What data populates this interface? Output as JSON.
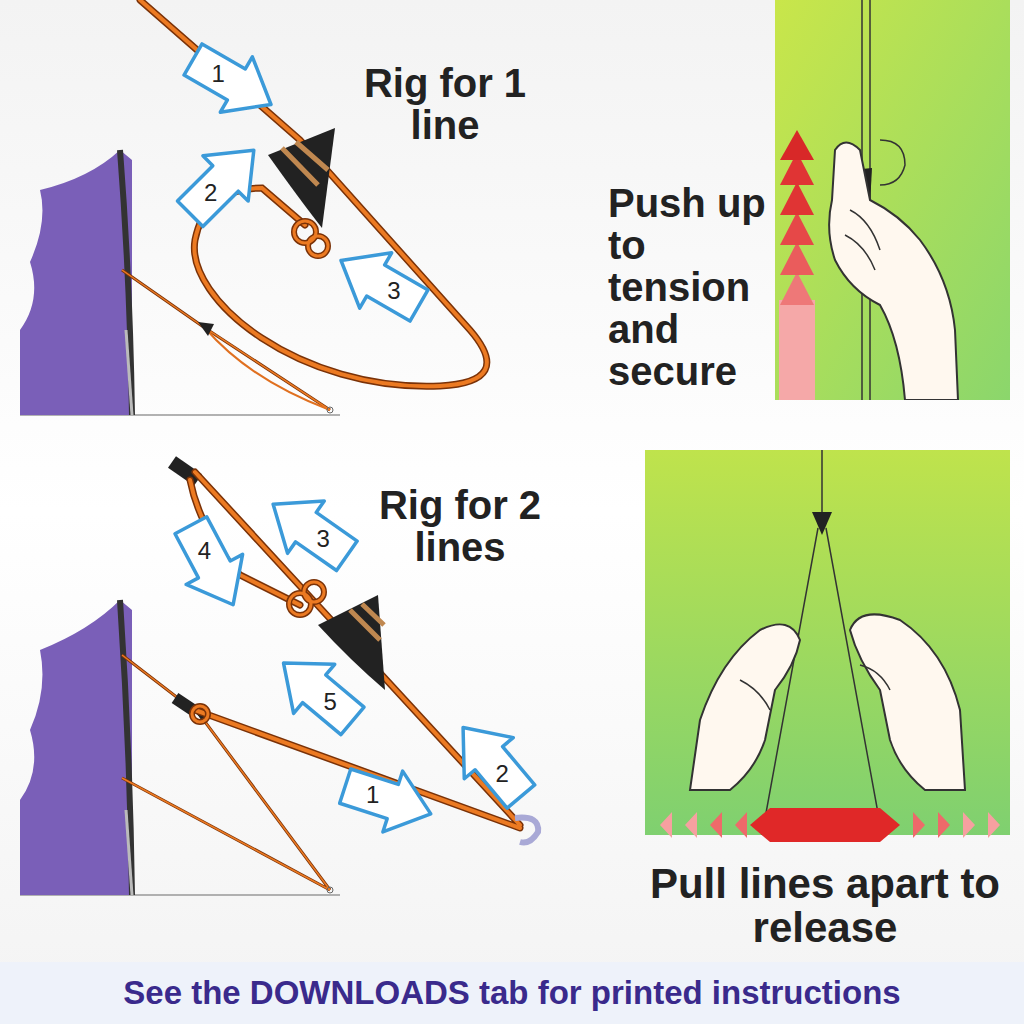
{
  "diagram": {
    "nodes": [
      {
        "text": [
          "1"
        ]
      },
      {
        "text": [
          "2"
        ]
      },
      {
        "text": [
          "3"
        ]
      },
      {
        "text": [
          "3"
        ]
      },
      {
        "text": [
          "4"
        ]
      },
      {
        "text": [
          "5"
        ]
      },
      {
        "text": [
          "2"
        ]
      },
      {
        "text": [
          "1"
        ]
      },
      {
        "text": [
          "See the DOWNLOADS tab for printed instructions"
        ]
      }
    ],
    "labels": [
      "Rig for 1 line",
      "Push up to tension and secure",
      "Rig for 2 lines",
      "Pull lines apart to release"
    ]
  }
}
